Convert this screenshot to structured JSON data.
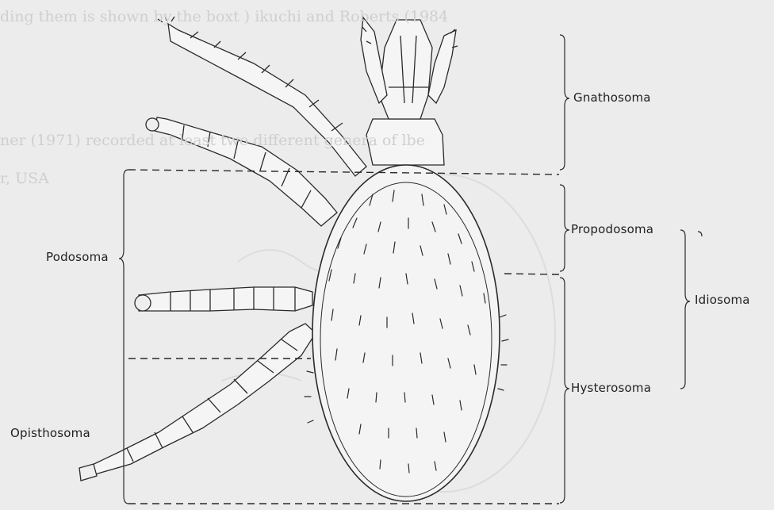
{
  "labels": {
    "gnathosoma": "Gnathosoma",
    "propodosoma": "Propodosoma",
    "hysterosoma": "Hysterosoma",
    "idiosoma": "Idiosoma",
    "podosoma": "Podosoma",
    "opisthosoma": "Opisthosoma"
  },
  "bleed_through_text": {
    "line1": "ding them is shown by the boxt ) ikuchi and Roberts (1984",
    "line2": "ner (1971) recorded at least two different genera of lbe",
    "line3": "r, USA"
  },
  "colors": {
    "background": "#ececec",
    "ink": "#2a2a2a"
  }
}
